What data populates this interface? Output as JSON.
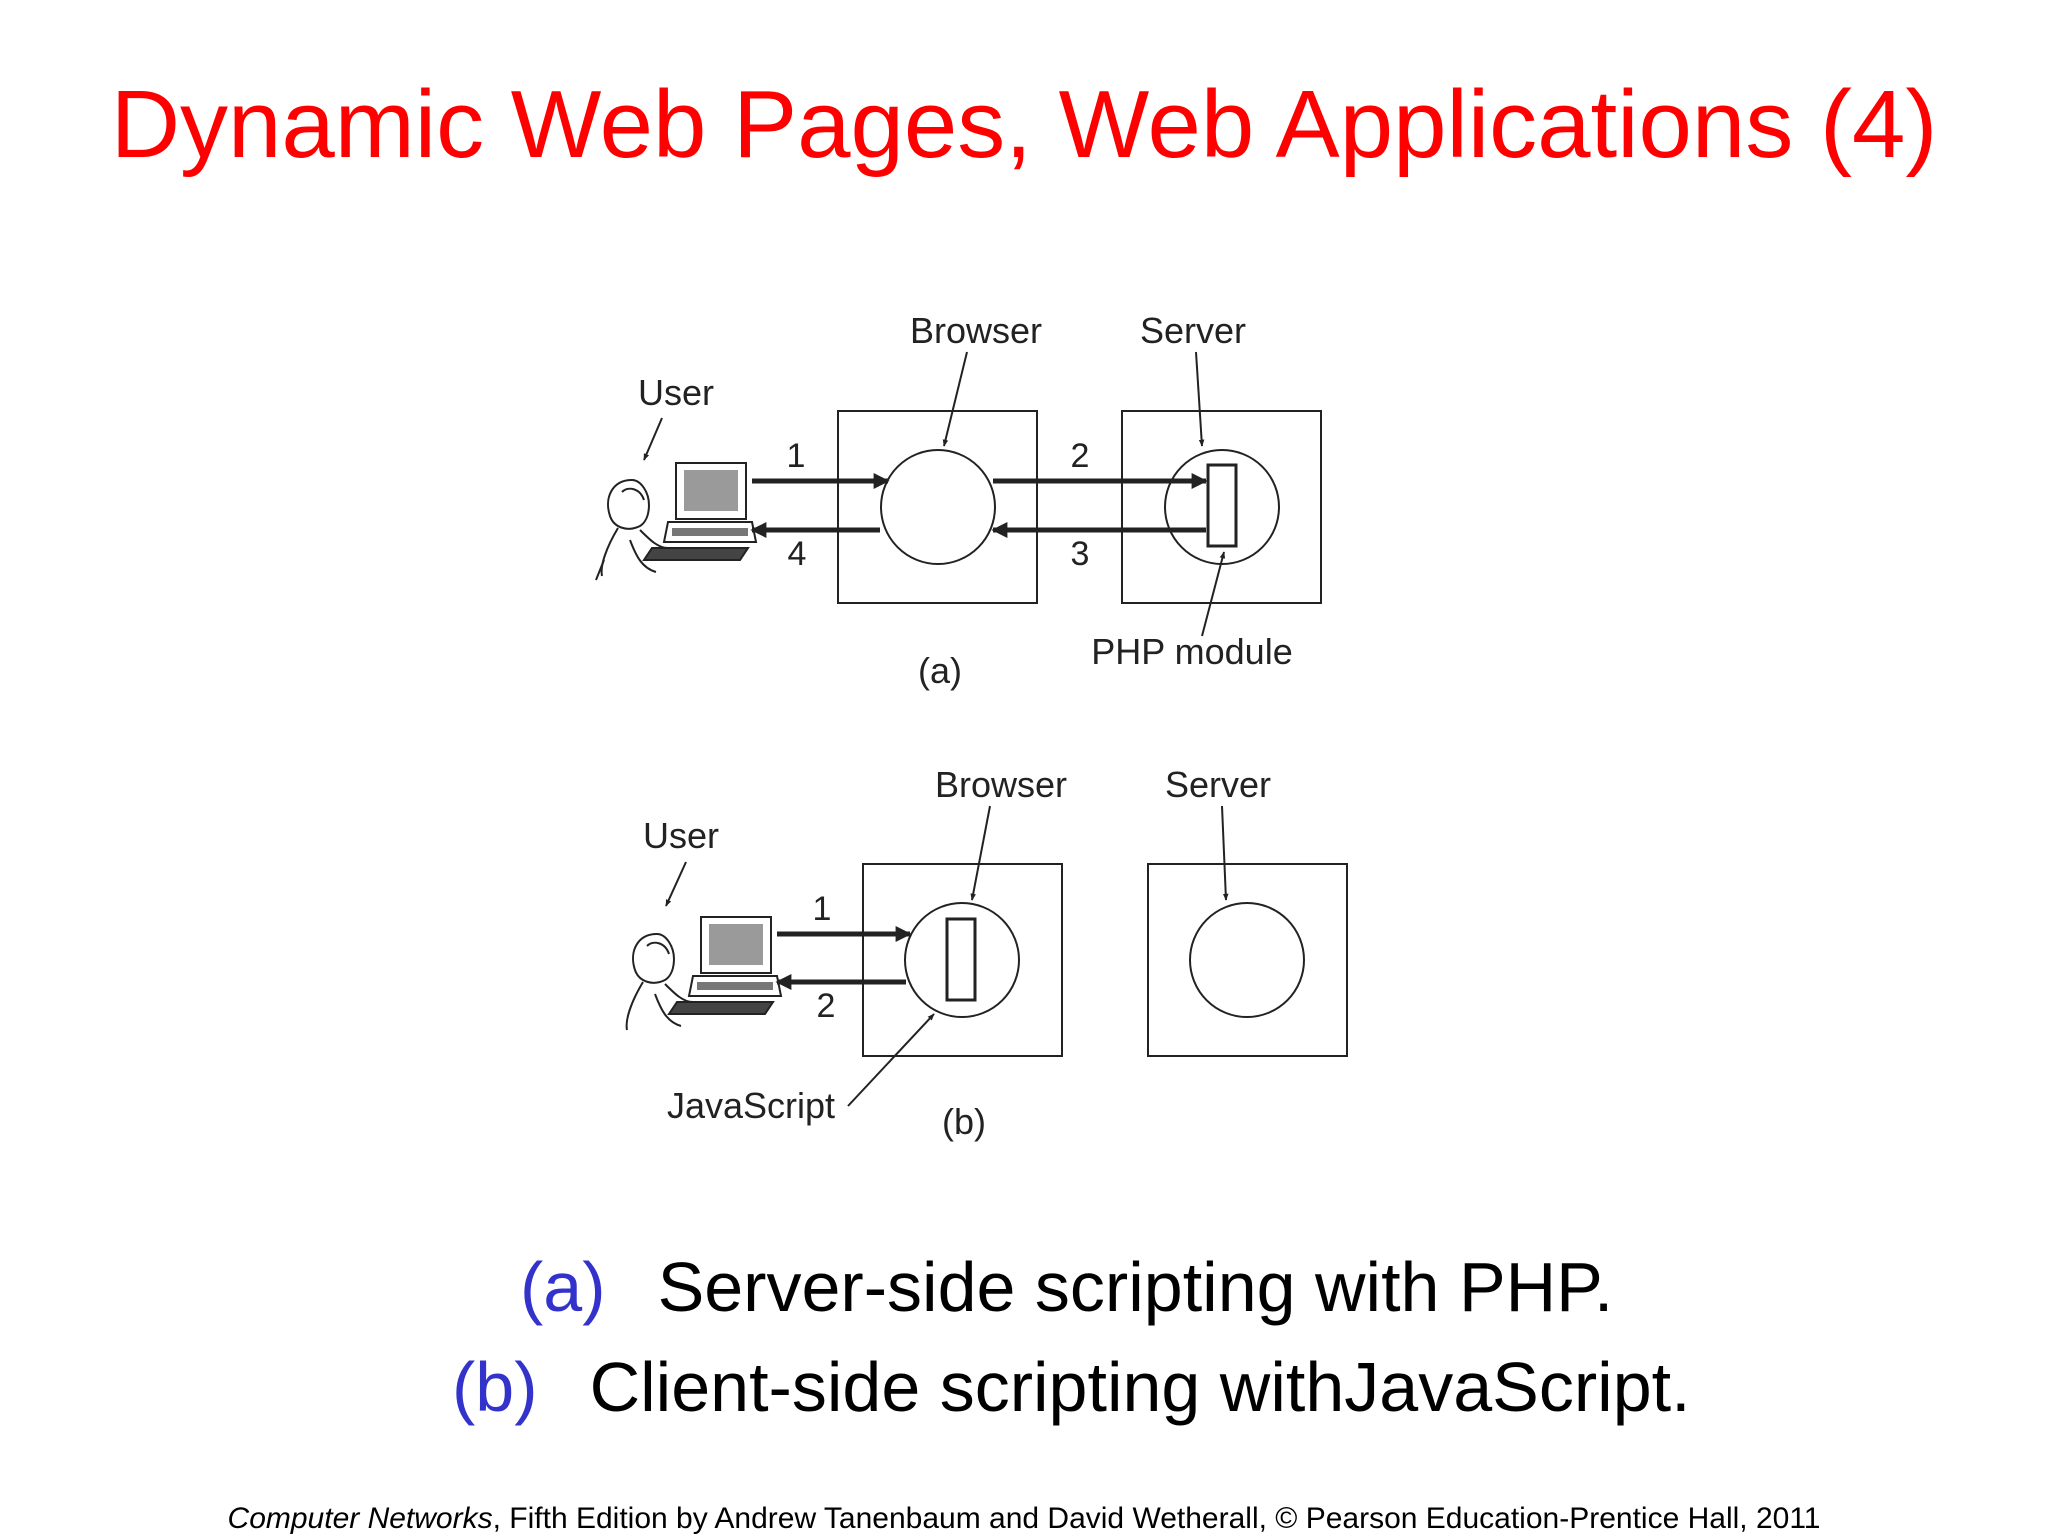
{
  "slide": {
    "title": "Dynamic Web Pages, Web Applications (4)"
  },
  "diagram_a": {
    "labels": {
      "user": "User",
      "browser": "Browser",
      "server": "Server",
      "module": "PHP module",
      "figure_tag": "(a)"
    },
    "steps": [
      "1",
      "2",
      "3",
      "4"
    ]
  },
  "diagram_b": {
    "labels": {
      "user": "User",
      "browser": "Browser",
      "server": "Server",
      "module": "JavaScript",
      "figure_tag": "(b)"
    },
    "steps": [
      "1",
      "2"
    ]
  },
  "captions": [
    {
      "tag": "(a)",
      "text": "Server-side scripting with PHP."
    },
    {
      "tag": "(b)",
      "text": "Client-side scripting withJavaScript."
    }
  ],
  "footer": {
    "book": "Computer Networks",
    "rest": ", Fifth Edition by Andrew Tanenbaum and David Wetherall, © Pearson Education-Prentice Hall, 2011"
  },
  "colors": {
    "title": "#ff0000",
    "caption_tag": "#3333cc",
    "line": "#222222"
  }
}
